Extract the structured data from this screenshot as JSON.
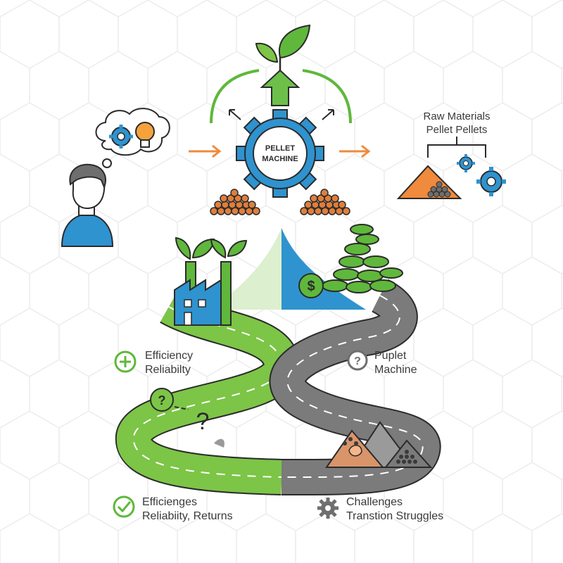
{
  "gear_center": {
    "line1": "PELLET",
    "line2": "MACHINE"
  },
  "raw_materials": {
    "line1": "Raw Materials",
    "line2": "Pellet Pellets"
  },
  "labels": {
    "efficiency_top": {
      "line1": "Efficiency",
      "line2": "Reliabilty"
    },
    "puplet": {
      "line1": "Puplet",
      "line2": "Machine"
    },
    "efficiences_bottom": {
      "line1": "Efficienges",
      "line2": "Reliabiity, Returns"
    },
    "challenges": {
      "line1": "Challenges",
      "line2": "Transtion Struggles"
    }
  },
  "colors": {
    "green": "#5fb83b",
    "road_green": "#7cc547",
    "road_gray": "#7b7b7b",
    "blue": "#2f93cf",
    "orange": "#f08a3c",
    "dark": "#2b2b2b"
  },
  "icons": {
    "plus": "plus-circle-icon",
    "question": "question-circle-icon",
    "check": "check-circle-icon",
    "gear": "gear-icon"
  }
}
